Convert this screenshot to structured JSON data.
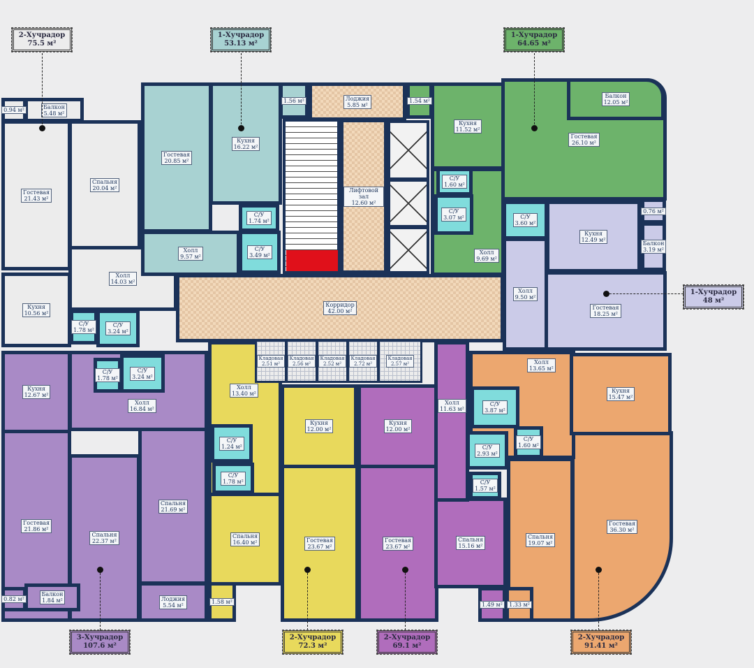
{
  "colors": {
    "wall": "#1b3258",
    "apt_white": "#ececec",
    "apt_teal": "#a8d2d2",
    "apt_green": "#6db36b",
    "apt_lavender": "#cbcbe8",
    "apt_purple": "#a98ac6",
    "apt_yellow": "#e8d95c",
    "apt_magenta": "#b06dbc",
    "apt_orange": "#eca76f",
    "bathroom": "#80dcdc",
    "corridor": "#f2d9bb",
    "stair_red": "#e0101a"
  },
  "apartments": [
    {
      "label": "2-Хучрадор",
      "area": "75.5 м²",
      "color": "#ececec"
    },
    {
      "label": "1-Хучрадор",
      "area": "53.13 м²",
      "color": "#a8d2d2"
    },
    {
      "label": "1-Хучрадор",
      "area": "64.65 м²",
      "color": "#6db36b"
    },
    {
      "label": "1-Хучрадор",
      "area": "48 м²",
      "color": "#cbcbe8"
    },
    {
      "label": "3-Хучрадор",
      "area": "107.6 м²",
      "color": "#a98ac6"
    },
    {
      "label": "2-Хучрадор",
      "area": "72.3 м²",
      "color": "#e8d95c"
    },
    {
      "label": "2-Хучрадор",
      "area": "69.1 м²",
      "color": "#b06dbc"
    },
    {
      "label": "2-Хучрадор",
      "area": "91.41 м²",
      "color": "#eca76f"
    }
  ],
  "rooms": [
    {
      "name": "Гостевая",
      "area": "21.43 м²"
    },
    {
      "name": "Спальня",
      "area": "20.04 м²"
    },
    {
      "name": "Холл",
      "area": "14.03 м²"
    },
    {
      "name": "Кухня",
      "area": "10.56 м²"
    },
    {
      "name": "С/У",
      "area": "1.78 м²"
    },
    {
      "name": "С/У",
      "area": "3.24 м²"
    },
    {
      "name": "Балкон",
      "area": "5.48 м²"
    },
    {
      "name": "",
      "area": "0.94 м²"
    },
    {
      "name": "Гостевая",
      "area": "20.85 м²"
    },
    {
      "name": "Кухня",
      "area": "16.22 м²"
    },
    {
      "name": "Холл",
      "area": "9.57 м²"
    },
    {
      "name": "С/У",
      "area": "1.74 м²"
    },
    {
      "name": "С/У",
      "area": "3.49 м²"
    },
    {
      "name": "",
      "area": "1.56 м²"
    },
    {
      "name": "Лоджия",
      "area": "5.85 м²"
    },
    {
      "name": "Лифтовой зал",
      "area": "12.60 м²"
    },
    {
      "name": "",
      "area": "1.54 м²"
    },
    {
      "name": "Кухня",
      "area": "11.52 м²"
    },
    {
      "name": "С/У",
      "area": "1.60 м²"
    },
    {
      "name": "С/У",
      "area": "3.07 м²"
    },
    {
      "name": "Холл",
      "area": "9.69 м²"
    },
    {
      "name": "Гостевая",
      "area": "26.10 м²"
    },
    {
      "name": "Балкон",
      "area": "12.05 м²"
    },
    {
      "name": "С/У",
      "area": "3.60 м²"
    },
    {
      "name": "Кухня",
      "area": "12.49 м²"
    },
    {
      "name": "Холл",
      "area": "9.50 м²"
    },
    {
      "name": "Гостевая",
      "area": "18.25 м²"
    },
    {
      "name": "",
      "area": "0.76 м²"
    },
    {
      "name": "Балкон",
      "area": "3.19 м²"
    },
    {
      "name": "Корридор",
      "area": "42.00 м²"
    },
    {
      "name": "Кладовая",
      "area": "2.51 м²"
    },
    {
      "name": "Кладовая",
      "area": "2.56 м²"
    },
    {
      "name": "Кладовая",
      "area": "2.52 м²"
    },
    {
      "name": "Кладовая",
      "area": "2.72 м²"
    },
    {
      "name": "Кладовая",
      "area": "2.57 м²"
    },
    {
      "name": "Кухня",
      "area": "12.67 м²"
    },
    {
      "name": "Холл",
      "area": "16.84 м²"
    },
    {
      "name": "С/У",
      "area": "1.78 м²"
    },
    {
      "name": "С/У",
      "area": "3.24 м²"
    },
    {
      "name": "Гостевая",
      "area": "21.86 м²"
    },
    {
      "name": "Спальня",
      "area": "22.37 м²"
    },
    {
      "name": "Спальня",
      "area": "21.69 м²"
    },
    {
      "name": "Лоджия",
      "area": "5.54 м²"
    },
    {
      "name": "Балкон",
      "area": "1.84 м²"
    },
    {
      "name": "",
      "area": "0.82 м²"
    },
    {
      "name": "Холл",
      "area": "13.40 м²"
    },
    {
      "name": "С/У",
      "area": "1.24 м²"
    },
    {
      "name": "С/У",
      "area": "1.78 м²"
    },
    {
      "name": "Кухня",
      "area": "12.00 м²"
    },
    {
      "name": "Спальня",
      "area": "16.40 м²"
    },
    {
      "name": "Гостевая",
      "area": "23.67 м²"
    },
    {
      "name": "",
      "area": "1.58 м²"
    },
    {
      "name": "Кухня",
      "area": "12.00 м²"
    },
    {
      "name": "Холл",
      "area": "11.63 м²"
    },
    {
      "name": "Гостевая",
      "area": "23.67 м²"
    },
    {
      "name": "Спальня",
      "area": "15.16 м²"
    },
    {
      "name": "С/У",
      "area": "2.93 м²"
    },
    {
      "name": "С/У",
      "area": "1.57 м²"
    },
    {
      "name": "",
      "area": "1.49 м²"
    },
    {
      "name": "Холл",
      "area": "13.65 м²"
    },
    {
      "name": "С/У",
      "area": "3.87 м²"
    },
    {
      "name": "С/У",
      "area": "1.60 м²"
    },
    {
      "name": "Кухня",
      "area": "15.47 м²"
    },
    {
      "name": "Спальня",
      "area": "19.07 м²"
    },
    {
      "name": "Гостевая",
      "area": "36.30 м²"
    },
    {
      "name": "",
      "area": "1.33 м²"
    }
  ]
}
